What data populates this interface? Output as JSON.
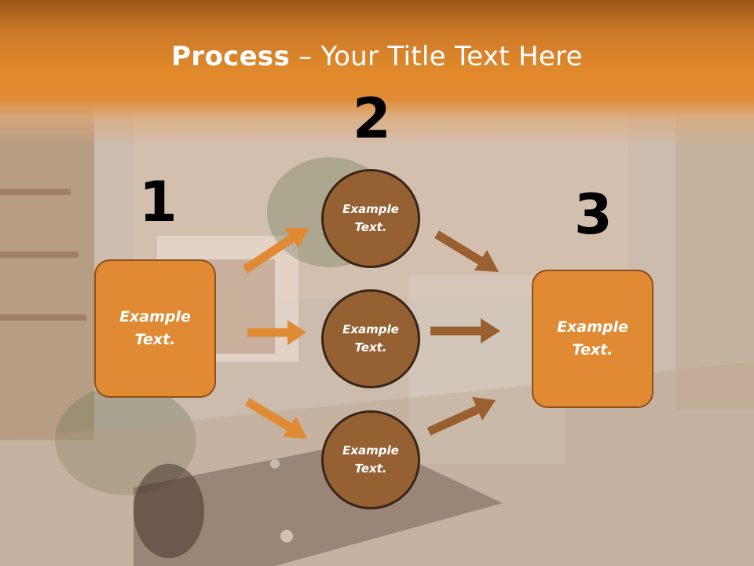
{
  "title": {
    "bold": "Process",
    "separator": " – ",
    "rest": "Your Title Text Here"
  },
  "steps": [
    {
      "number": "1",
      "label_line1": "Example",
      "label_line2": "Text."
    },
    {
      "number": "2"
    },
    {
      "number": "3",
      "label_line1": "Example",
      "label_line2": "Text."
    }
  ],
  "circles": [
    {
      "label_line1": "Example",
      "label_line2": "Text."
    },
    {
      "label_line1": "Example",
      "label_line2": "Text."
    },
    {
      "label_line1": "Example",
      "label_line2": "Text."
    }
  ],
  "colors": {
    "header": "#e08a34",
    "box_fill": "#e08a34",
    "circle_fill": "#966132",
    "arrow_left": "#e08a34",
    "arrow_right": "#9a6030"
  }
}
